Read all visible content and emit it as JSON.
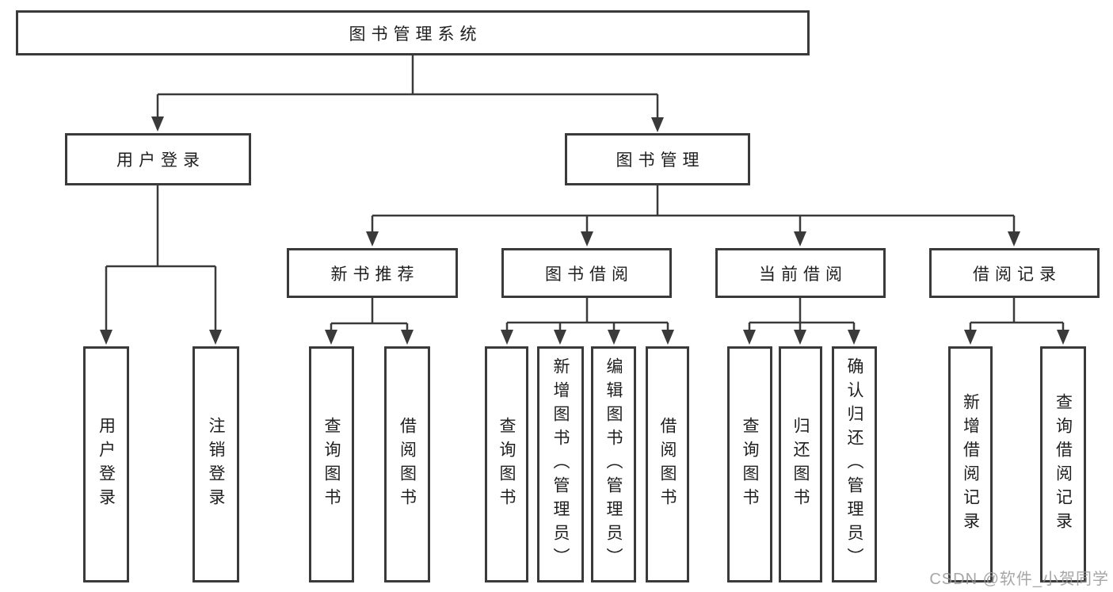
{
  "colors": {
    "line": "#3a3a3a",
    "box_border": "#3a3a3a",
    "text": "#1f1f1f",
    "background": "#ffffff",
    "watermark": "#969696"
  },
  "diagram": {
    "root": {
      "label": "图书管理系统"
    },
    "branches": [
      {
        "label": "用户登录"
      },
      {
        "label": "图书管理"
      }
    ],
    "modules": [
      {
        "label": "新书推荐",
        "parent": "图书管理"
      },
      {
        "label": "图书借阅",
        "parent": "图书管理"
      },
      {
        "label": "当前借阅",
        "parent": "图书管理"
      },
      {
        "label": "借阅记录",
        "parent": "图书管理"
      }
    ],
    "leaves": [
      {
        "label": "用户登录",
        "parent": "用户登录"
      },
      {
        "label": "注销登录",
        "parent": "用户登录"
      },
      {
        "label": "查询图书",
        "parent": "新书推荐"
      },
      {
        "label": "借阅图书",
        "parent": "新书推荐"
      },
      {
        "label": "查询图书",
        "parent": "图书借阅"
      },
      {
        "label": "新增图书（管理员）",
        "parent": "图书借阅"
      },
      {
        "label": "编辑图书（管理员）",
        "parent": "图书借阅"
      },
      {
        "label": "借阅图书",
        "parent": "图书借阅"
      },
      {
        "label": "查询图书",
        "parent": "当前借阅"
      },
      {
        "label": "归还图书",
        "parent": "当前借阅"
      },
      {
        "label": "确认归还（管理员）",
        "parent": "当前借阅"
      },
      {
        "label": "新增借阅记录",
        "parent": "借阅记录"
      },
      {
        "label": "查询借阅记录",
        "parent": "借阅记录"
      }
    ]
  },
  "watermark": {
    "text": "CSDN @软件_小贺同学"
  }
}
